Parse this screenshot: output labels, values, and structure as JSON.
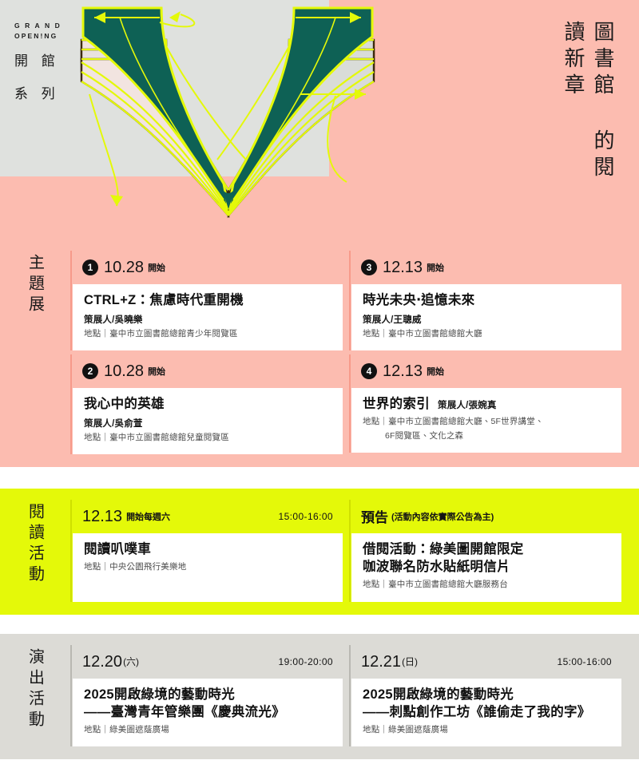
{
  "hero": {
    "grand_en_line1": "G R A N D",
    "grand_en_line2": "OPEN!NG",
    "grand_zh_line1": "開 館",
    "grand_zh_line2": "系 列",
    "vertical_title": "圖書館 的閱讀新章",
    "illustration_name": "open-book-illustration",
    "colors": {
      "pink": "#fcbcb0",
      "gray": "#dfe1de",
      "teal": "#0e6155",
      "yellow": "#e4f909",
      "dark": "#3c2a0a"
    }
  },
  "sections": [
    {
      "id": "theme-exhibition",
      "label": "主題展",
      "bg": "#fcbcb0",
      "columns": [
        {
          "cards": [
            {
              "number": "1",
              "date": "10.28",
              "date_note": "開始",
              "title": "CTRL+Z：焦慮時代重開機",
              "curator": "策展人/吳曉樂",
              "place": "地點｜臺中市立圖書館總館青少年閱覽區"
            },
            {
              "number": "2",
              "date": "10.28",
              "date_note": "開始",
              "title": "我心中的英雄",
              "curator": "策展人/吳俞萱",
              "place": "地點｜臺中市立圖書館總館兒童閱覽區"
            }
          ]
        },
        {
          "cards": [
            {
              "number": "3",
              "date": "12.13",
              "date_note": "開始",
              "title": "時光未央‧追憶未來",
              "curator": "策展人/王聰威",
              "place": "地點｜臺中市立圖書館總館大廳"
            },
            {
              "number": "4",
              "date": "12.13",
              "date_note": "開始",
              "title": "世界的索引",
              "curator_inline": "策展人/張婉真",
              "place": "地點｜臺中市立圖書館總館大廳、5F世界講堂、",
              "place_line2": "6F閱覽區、文化之森"
            }
          ]
        }
      ]
    },
    {
      "id": "reading-activity",
      "label": "閱讀活動",
      "bg": "#e4f909",
      "columns": [
        {
          "cards": [
            {
              "date": "12.13",
              "date_note": "開始每週六",
              "time": "15:00-16:00",
              "title": "閱讀叭噗車",
              "place": "地點｜中央公園飛行美樂地"
            }
          ]
        },
        {
          "cards": [
            {
              "head_lead": "預告",
              "head_sub": "(活動內容依實際公告為主)",
              "title": "借閱活動：綠美圖開館限定",
              "title2": "咖波聯名防水貼紙明信片",
              "place": "地點｜臺中市立圖書館總館大廳服務台"
            }
          ]
        }
      ]
    },
    {
      "id": "performance-activity",
      "label": "演出活動",
      "bg": "#dcdbd6",
      "columns": [
        {
          "cards": [
            {
              "date": "12.20",
              "date_note_lite": "(六)",
              "time": "19:00-20:00",
              "title": "2025開啟綠境的藝動時光",
              "title2": "——臺灣青年管樂團《慶典流光》",
              "place": "地點｜綠美圖遮蔭廣場"
            }
          ]
        },
        {
          "cards": [
            {
              "date": "12.21",
              "date_note_lite": "(日)",
              "time": "15:00-16:00",
              "title": "2025開啟綠境的藝動時光",
              "title2": "——刺點創作工坊《誰偷走了我的字》",
              "place": "地點｜綠美圖遮蔭廣場"
            }
          ]
        }
      ]
    }
  ]
}
